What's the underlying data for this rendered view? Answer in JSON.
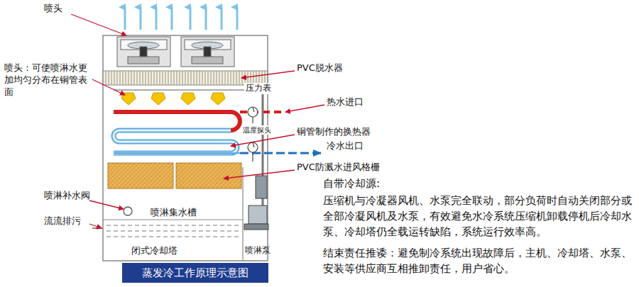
{
  "diagram": {
    "caption": "蒸发冷工作原理示意图",
    "labels": [
      "喷头",
      "喷头：可使喷淋水更加均匀分布在铜管表面",
      "PVC脱水器",
      "压力表",
      "热水进口",
      "温度探头",
      "铜管制作的换热器",
      "冷水出口",
      "PVC防溅水进风格栅",
      "自带冷却源:",
      "压缩机与冷凝器风机、水泵完全联动，部分负荷时自动关闭部分或全部冷凝风机及水泵，有效避免水冷系统压缩机卸载停机后冷却水泵、冷却塔仍全载运转缺陷，系统运行效率高。",
      "结束责任推诿：避免制冷系统出现故障后，主机、冷却塔、水泵、安装等供应商互相推卸责任，用户省心。",
      "喷淋补水阀",
      "流流排污",
      "喷淋集水槽",
      "闭式冷却塔",
      "喷淋泵"
    ]
  }
}
